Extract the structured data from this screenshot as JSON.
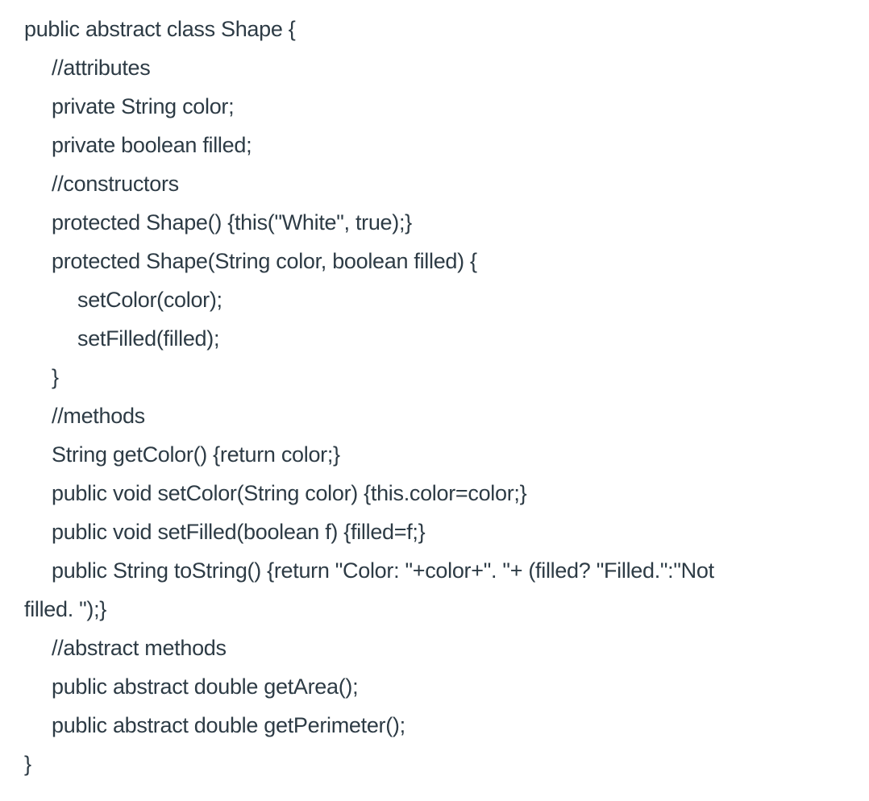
{
  "page": {
    "background_color": "#ffffff",
    "text_color": "#2d3b45"
  },
  "code": {
    "language": "java",
    "class_name": "Shape",
    "lines": [
      {
        "text": "public abstract class Shape {",
        "indent": 0
      },
      {
        "text": "//attributes",
        "indent": 1
      },
      {
        "text": "private String color;",
        "indent": 1
      },
      {
        "text": "private boolean filled;",
        "indent": 1
      },
      {
        "text": "//constructors",
        "indent": 1
      },
      {
        "text": "protected Shape() {this(\"White\", true);}",
        "indent": 1
      },
      {
        "text": "protected Shape(String color, boolean filled) {",
        "indent": 1
      },
      {
        "text": "setColor(color);",
        "indent": 2
      },
      {
        "text": "setFilled(filled);",
        "indent": 2
      },
      {
        "text": "}",
        "indent": 1
      },
      {
        "text": "//methods",
        "indent": 1
      },
      {
        "text": "String getColor() {return color;}",
        "indent": 1
      },
      {
        "text": "public void setColor(String color) {this.color=color;}",
        "indent": 1
      },
      {
        "text": "public void setFilled(boolean f) {filled=f;}",
        "indent": 1
      },
      {
        "text": "public String toString() {return \"Color: \"+color+\". \"+ (filled? \"Filled.\":\"Not",
        "indent": 1
      },
      {
        "text": "filled. \");}",
        "indent": 0
      },
      {
        "text": "//abstract methods",
        "indent": 1
      },
      {
        "text": "public abstract double getArea();",
        "indent": 1
      },
      {
        "text": "public abstract double getPerimeter();",
        "indent": 1
      },
      {
        "text": "}",
        "indent": 0
      }
    ]
  }
}
